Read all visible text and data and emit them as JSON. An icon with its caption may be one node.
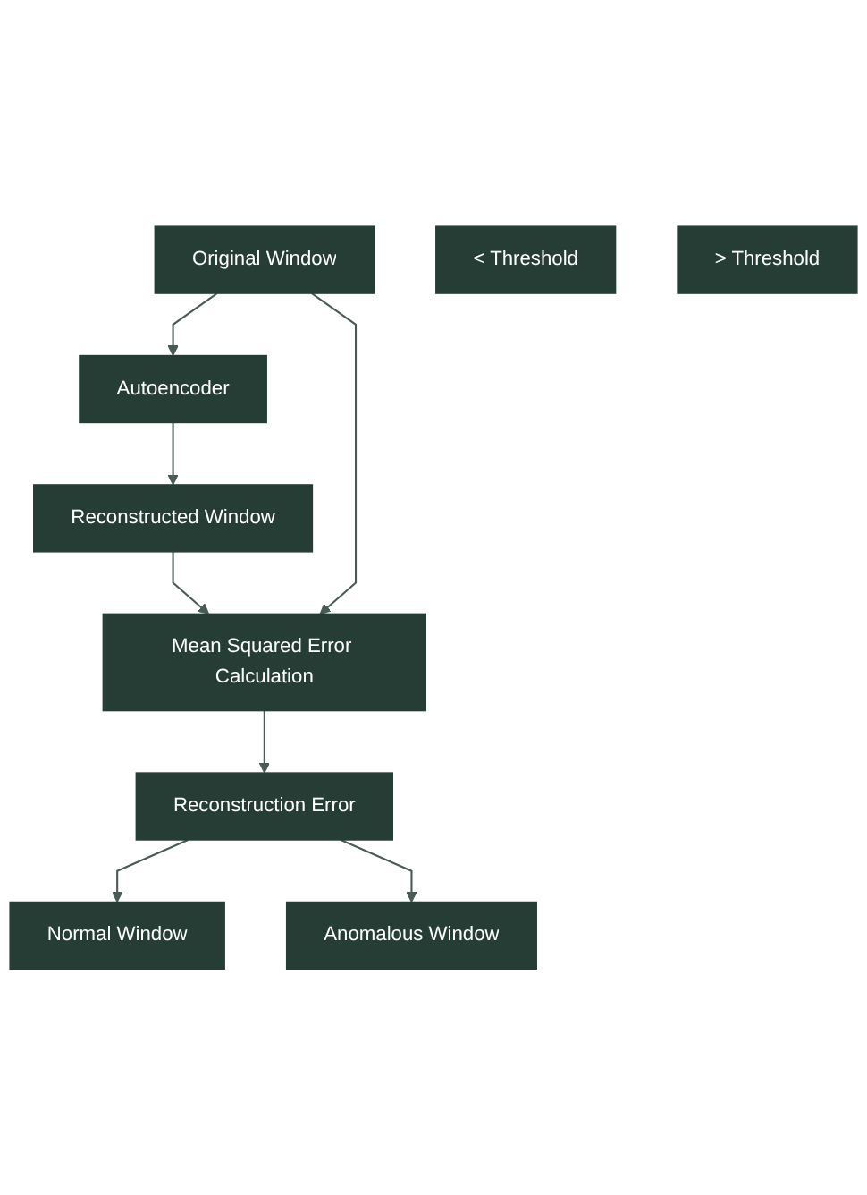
{
  "diagram": {
    "nodes": [
      {
        "text": [
          "Original Window"
        ]
      },
      {
        "text": [
          "Autoencoder"
        ]
      },
      {
        "text": [
          "Reconstructed Window"
        ]
      },
      {
        "text": [
          "Mean Squared Error Calculation"
        ]
      },
      {
        "text": [
          "Reconstruction Error"
        ]
      },
      {
        "text": [
          "< Threshold"
        ]
      },
      {
        "text": [
          "> Threshold"
        ]
      },
      {
        "text": [
          "Normal Window"
        ]
      },
      {
        "text": [
          "Anomalous Window"
        ]
      }
    ],
    "edges": [
      {
        "from": 0,
        "to": 1,
        "arrow": "to"
      },
      {
        "from": 1,
        "to": 2,
        "arrow": "to"
      },
      {
        "from": 2,
        "to": 3,
        "arrow": "to"
      },
      {
        "from": 0,
        "to": 3,
        "arrow": "to"
      },
      {
        "from": 3,
        "to": 4,
        "arrow": "to"
      },
      {
        "from": 4,
        "to": 7,
        "arrow": "to"
      },
      {
        "from": 4,
        "to": 8,
        "arrow": "to"
      }
    ]
  }
}
